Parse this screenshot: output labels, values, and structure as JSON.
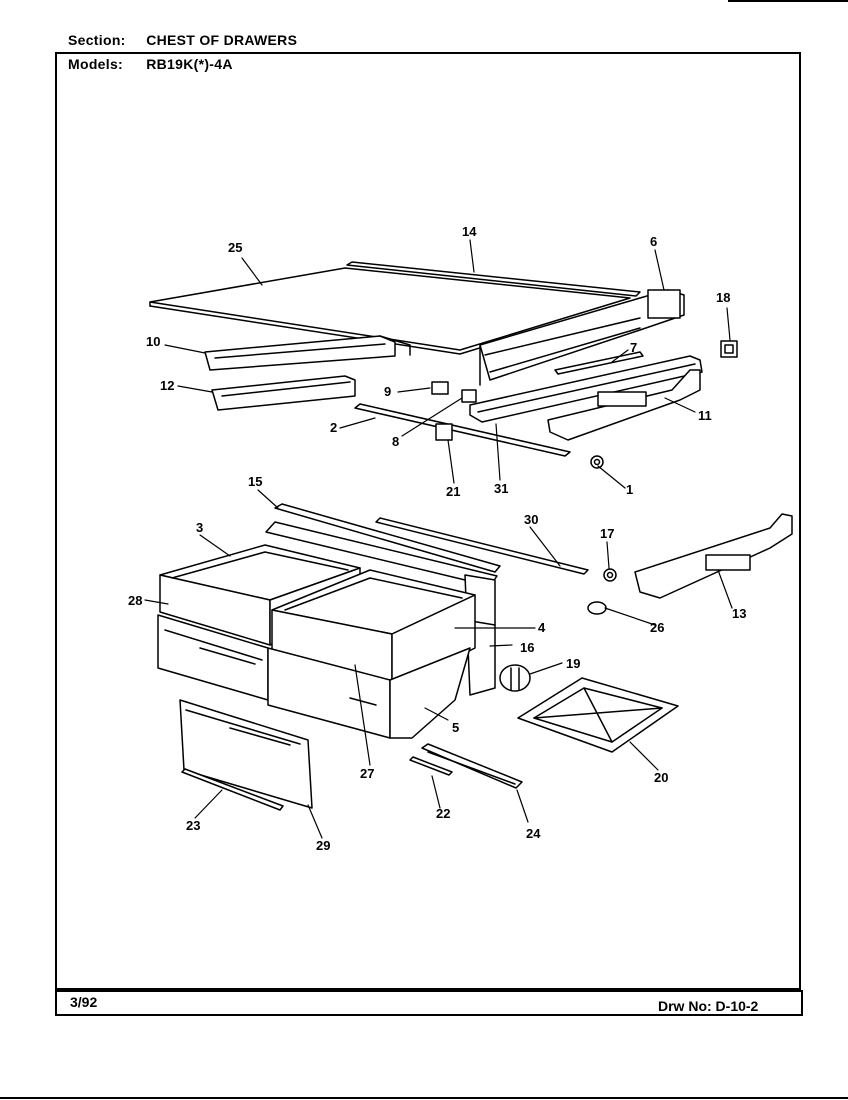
{
  "header": {
    "section_label": "Section:",
    "section_value": "CHEST OF DRAWERS",
    "models_label": "Models:",
    "models_value": "RB19K(*)-4A"
  },
  "footer": {
    "date": "3/92",
    "drawing_number": "Drw No: D-10-2"
  },
  "callouts": {
    "c1": "1",
    "c2": "2",
    "c3": "3",
    "c4": "4",
    "c5": "5",
    "c6": "6",
    "c7": "7",
    "c8": "8",
    "c9": "9",
    "c10": "10",
    "c11": "11",
    "c12": "12",
    "c13": "13",
    "c14": "14",
    "c15": "15",
    "c16": "16",
    "c17": "17",
    "c18": "18",
    "c19": "19",
    "c20": "20",
    "c21": "21",
    "c22": "22",
    "c23": "23",
    "c24": "24",
    "c25": "25",
    "c26": "26",
    "c27": "27",
    "c28": "28",
    "c29": "29",
    "c30": "30",
    "c31": "31"
  }
}
